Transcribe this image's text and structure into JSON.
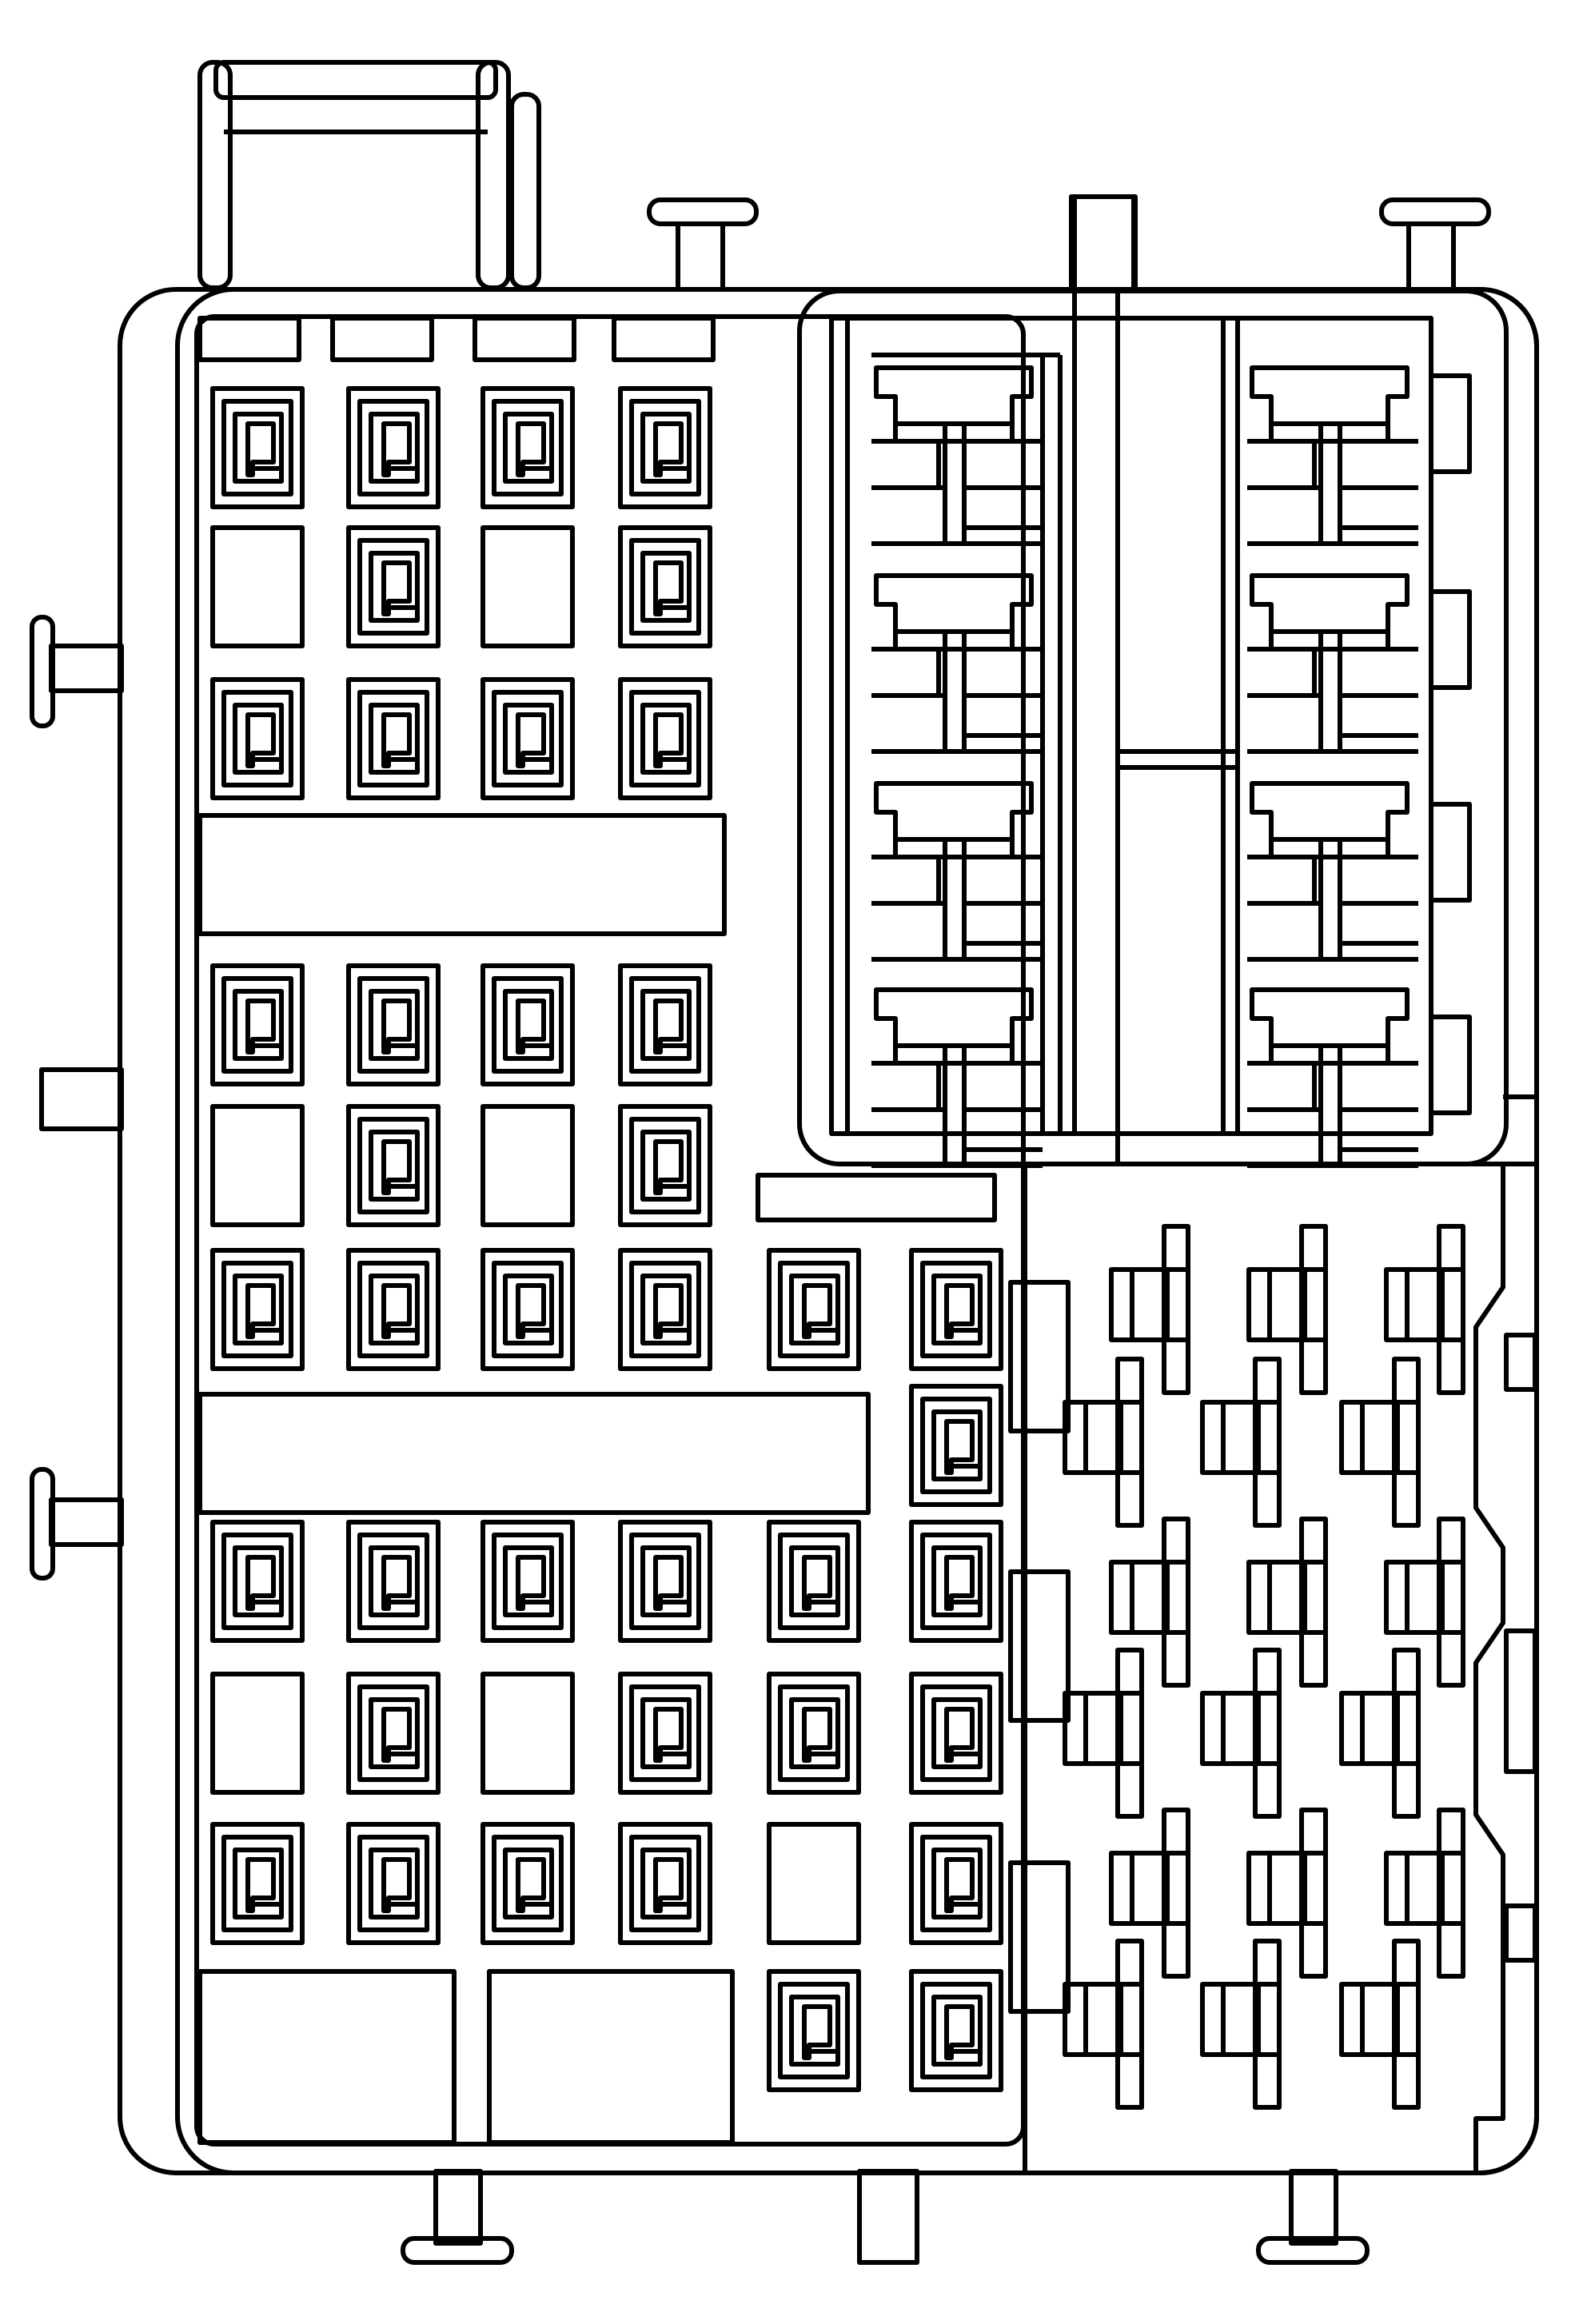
{
  "diagram": {
    "type": "fuse-box-layout",
    "line_color": "#000000",
    "background": "#ffffff",
    "fuse_columns_upper": 4,
    "fuse_rows": {
      "block_a": [
        [
          "fuse",
          "fuse",
          "fuse",
          "fuse"
        ],
        [
          "empty",
          "fuse",
          "empty",
          "fuse"
        ],
        [
          "fuse",
          "fuse",
          "fuse",
          "fuse"
        ]
      ],
      "block_b": [
        [
          "fuse",
          "fuse",
          "fuse",
          "fuse"
        ],
        [
          "empty",
          "fuse",
          "empty",
          "fuse"
        ],
        [
          "fuse",
          "fuse",
          "fuse",
          "fuse",
          "fuse",
          "fuse"
        ]
      ],
      "block_c": [
        [
          "fuse",
          "fuse",
          "fuse",
          "fuse",
          "fuse",
          "fuse"
        ],
        [
          "empty",
          "fuse",
          "empty",
          "fuse",
          "fuse",
          "fuse"
        ],
        [
          "fuse",
          "fuse",
          "fuse",
          "fuse",
          "empty",
          "fuse"
        ]
      ]
    },
    "relay_count": 8,
    "cartridge_grid": {
      "rows": 6,
      "columns": 3
    }
  }
}
